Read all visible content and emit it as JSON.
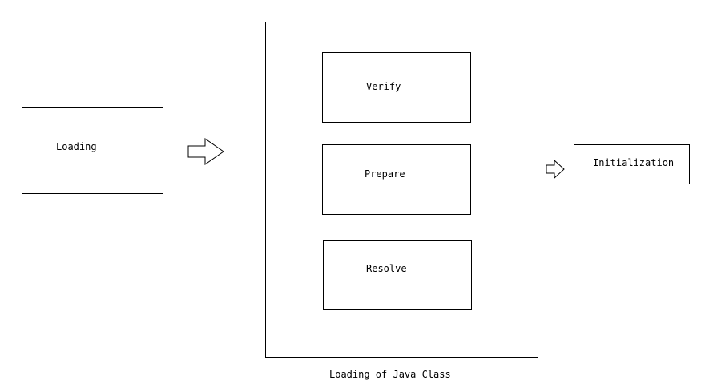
{
  "diagram": {
    "loading_label": "Loading",
    "verify_label": "Verify",
    "prepare_label": "Prepare",
    "resolve_label": "Resolve",
    "initialization_label": "Initialization",
    "caption": "Loading of Java Class"
  }
}
